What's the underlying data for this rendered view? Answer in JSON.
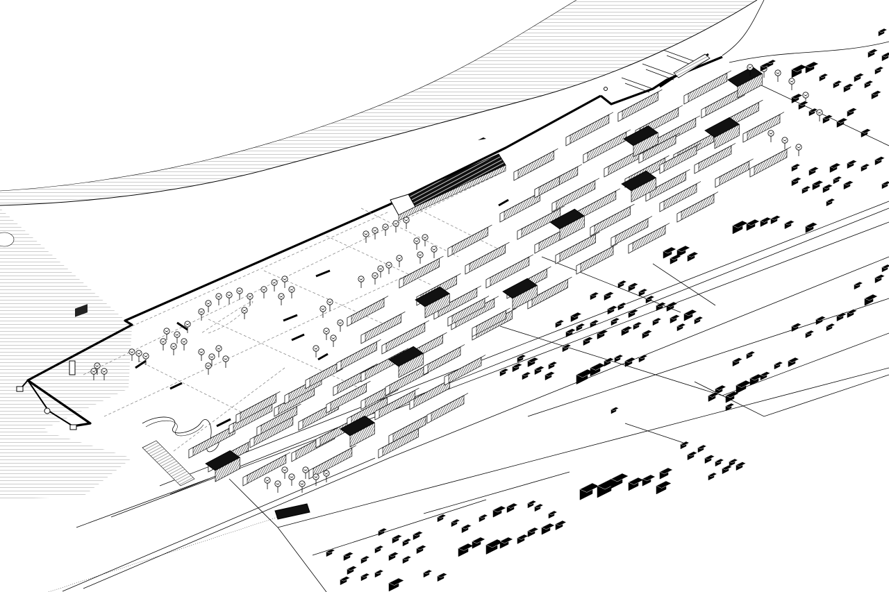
{
  "drawing": {
    "kind": "axonometric masterplan",
    "colors": {
      "ink": "#000000",
      "paper": "#ffffff",
      "water_hatch": "#9a9a9a",
      "path_dash": "#8a8a8a",
      "facade": "#555555"
    },
    "layers": [
      "water-hatching",
      "shoreline",
      "site-boundary-wall",
      "roads",
      "footpaths",
      "terraced-housing-blocks",
      "trees",
      "surrounding-buildings",
      "pier",
      "greenhouse"
    ]
  }
}
